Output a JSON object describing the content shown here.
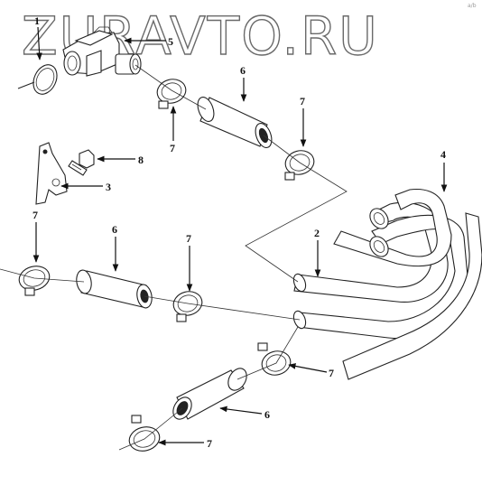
{
  "watermark": {
    "text": "ZURAVTO.RU",
    "corner_mark": "a/b"
  },
  "callouts": {
    "part1": "1",
    "part2": "2",
    "part3": "3",
    "part4": "4",
    "part5": "5",
    "part6_upper": "6",
    "part6_middle": "6",
    "part6_lower": "6",
    "part7_a": "7",
    "part7_b": "7",
    "part7_c": "7",
    "part7_d": "7",
    "part7_e": "7",
    "part7_f": "7",
    "part8": "8"
  }
}
